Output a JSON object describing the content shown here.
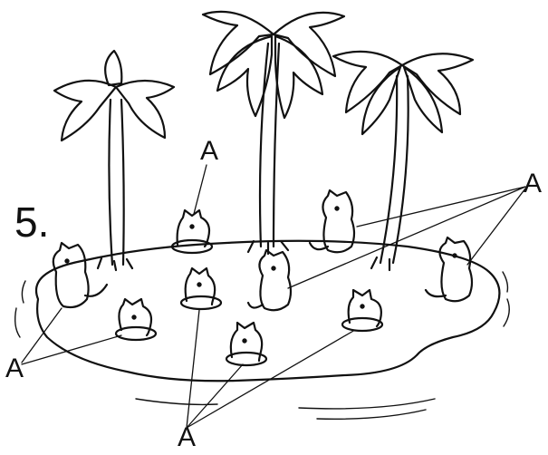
{
  "problem_number": "5.",
  "labels": {
    "top": "A",
    "right": "A",
    "left": "A",
    "bottom": "A"
  },
  "colors": {
    "ink": "#111111",
    "background": "#ffffff"
  },
  "icons": [
    "palm-tree-icon",
    "meerkat-icon",
    "burrow-icon"
  ]
}
